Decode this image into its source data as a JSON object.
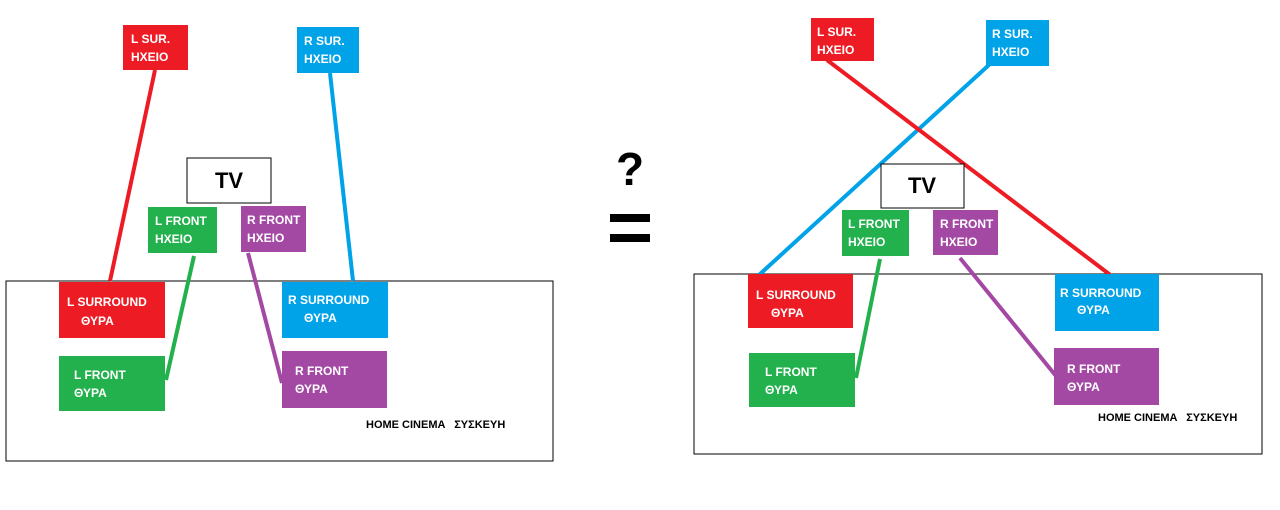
{
  "colors": {
    "red": "#ED1C24",
    "blue": "#00A2E8",
    "green": "#22B14C",
    "purple": "#A349A4",
    "outline": "#000000"
  },
  "left_diagram": {
    "tv": "TV",
    "l_sur_speaker": [
      "L SUR.",
      "ΗΧΕΙΟ"
    ],
    "r_sur_speaker": [
      "R SUR.",
      "ΗΧΕΙΟ"
    ],
    "l_front_speaker": [
      "L FRONT",
      "ΗΧΕΙΟ"
    ],
    "r_front_speaker": [
      "R FRONT",
      "ΗΧΕΙΟ"
    ],
    "l_surround_port": [
      "L SURROUND",
      "ΘΥΡΑ"
    ],
    "r_surround_port": [
      "R SURROUND",
      "ΘΥΡΑ"
    ],
    "l_front_port": [
      "L FRONT",
      "ΘΥΡΑ"
    ],
    "r_front_port": [
      "R FRONT",
      "ΘΥΡΑ"
    ],
    "device_label": "HOME CINEMA   ΣΥΣΚΕΥΗ"
  },
  "right_diagram": {
    "tv": "TV",
    "l_sur_speaker": [
      "L SUR.",
      "ΗΧΕΙΟ"
    ],
    "r_sur_speaker": [
      "R SUR.",
      "ΗΧΕΙΟ"
    ],
    "l_front_speaker": [
      "L FRONT",
      "ΗΧΕΙΟ"
    ],
    "r_front_speaker": [
      "R FRONT",
      "ΗΧΕΙΟ"
    ],
    "l_surround_port": [
      "L SURROUND",
      "ΘΥΡΑ"
    ],
    "r_surround_port": [
      "R SURROUND",
      "ΘΥΡΑ"
    ],
    "l_front_port": [
      "L FRONT",
      "ΘΥΡΑ"
    ],
    "r_front_port": [
      "R FRONT",
      "ΘΥΡΑ"
    ],
    "device_label": "HOME CINEMA   ΣΥΣΚΕΥΗ"
  },
  "middle": {
    "question": "?"
  }
}
